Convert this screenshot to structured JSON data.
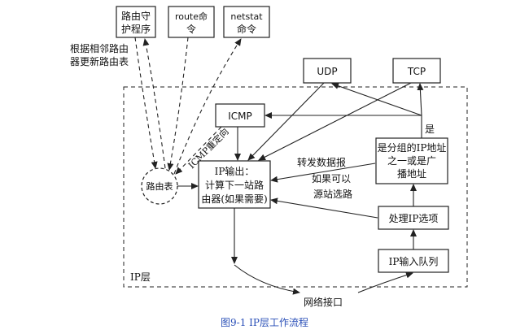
{
  "top_annotation": [
    "根据相邻路由",
    "器更新路由表"
  ],
  "boxes": {
    "routing_daemon": [
      "路由守",
      "护程序"
    ],
    "route_command": [
      "route命",
      "令"
    ],
    "netstat_command": [
      "netstat",
      "命令"
    ],
    "udp": "UDP",
    "tcp": "TCP",
    "icmp": "ICMP",
    "routing_table": "路由表",
    "ip_output": [
      "IP输出：",
      "计算下一站路",
      "由器(如果需要)"
    ],
    "is_it_for_us": [
      "是分组的IP地址",
      "之一或是广",
      "播地址"
    ],
    "process_ip_options": "处理IP选项",
    "ip_input_queue": "IP输入队列"
  },
  "labels": {
    "yes": "是",
    "icmp_redirect": "ICMP重定向",
    "forward_datagram": "转发数据报",
    "if_allowed": "如果可以",
    "source_route": "源站选路",
    "ip_layer": "IP层",
    "network_interface": "网络接口"
  },
  "caption": "图9-1   IP层工作流程"
}
